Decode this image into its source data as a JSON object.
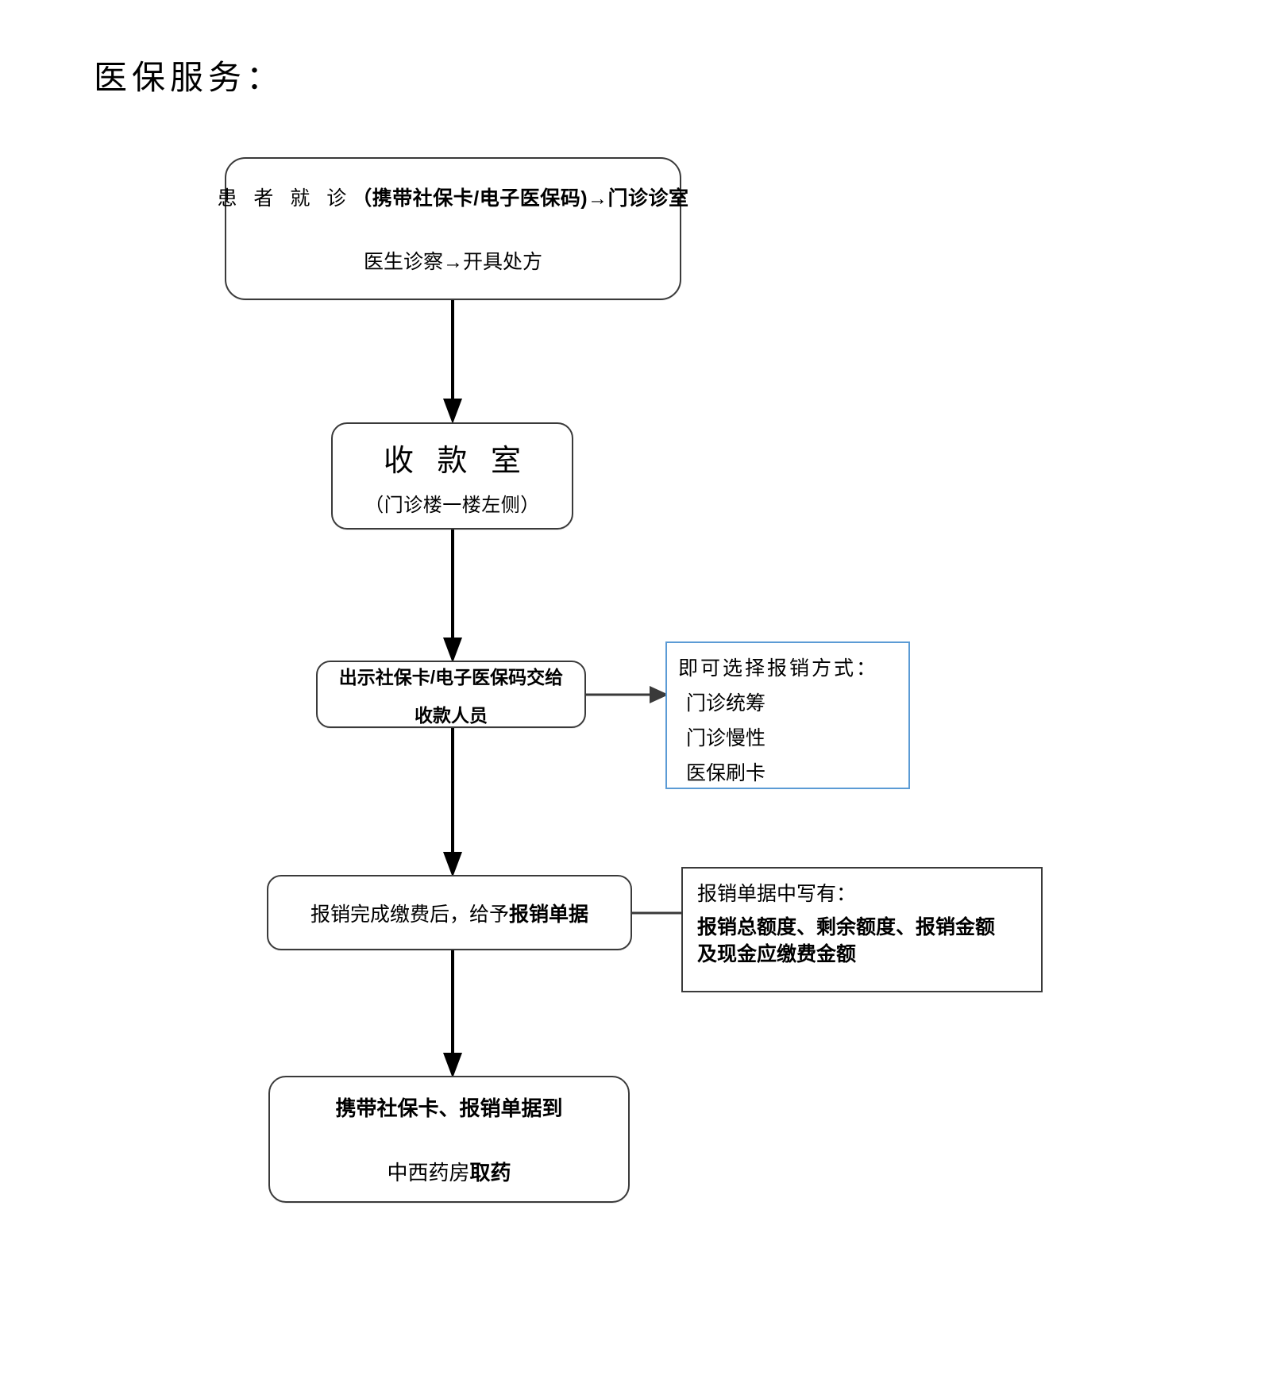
{
  "page": {
    "title": "医保服务："
  },
  "flow": {
    "intake": {
      "name": "patient-visit",
      "line1_prefix": "患 者 就 诊",
      "line1_rest": "（携带社保卡/电子医保码)→门诊诊室",
      "line2": "医生诊察→开具处方"
    },
    "cashier": {
      "name": "cashier-room",
      "title": "收 款 室",
      "subtitle": "（门诊楼一楼左侧）"
    },
    "showcard": {
      "name": "present-card",
      "line1": "出示社保卡/电子医保码交给",
      "line2": "收款人员"
    },
    "receipt": {
      "name": "reimbursement-receipt",
      "text_normal": "报销完成缴费后，给予",
      "text_bold": "报销单据"
    },
    "pharmacy": {
      "name": "pick-up-medicine",
      "line1": "携带社保卡、报销单据到",
      "line2_normal": "中西药房",
      "line2_bold": "取药"
    }
  },
  "notes": {
    "methods": {
      "heading": "即可选择报销方式：",
      "options": [
        "门诊统筹",
        "门诊慢性",
        "医保刷卡"
      ],
      "border_color": "#5b9bd5"
    },
    "receipt_detail": {
      "heading": "报销单据中写有：",
      "line1": "报销总额度、剩余额度、报销金额",
      "line2": "及现金应缴费金额",
      "border_color": "#3a3a3a"
    }
  },
  "connectors": {
    "intake_to_cashier": "arrow-down",
    "cashier_to_showcard": "arrow-down",
    "showcard_to_methods": "arrow-right",
    "showcard_to_receipt": "arrow-down",
    "receipt_to_detail": "line-right",
    "receipt_to_pharmacy": "arrow-down"
  }
}
